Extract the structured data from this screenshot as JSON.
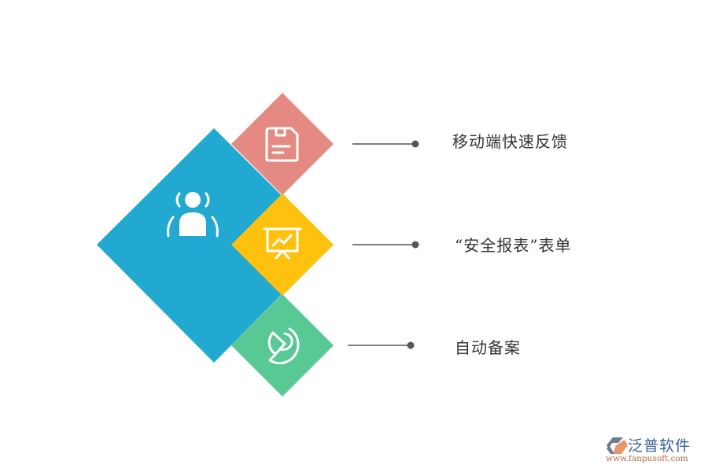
{
  "diagram": {
    "center_node": {
      "icon": "person-broadcast-icon",
      "color": "#21a9d2"
    },
    "items": [
      {
        "label": "移动端快速反馈",
        "icon": "floppy-disk-icon",
        "color": "#e48a82"
      },
      {
        "label": "“安全报表”表单",
        "icon": "presentation-chart-icon",
        "color": "#fdc10e"
      },
      {
        "label": "自动备案",
        "icon": "pie-chart-icon",
        "color": "#58c895"
      }
    ],
    "connector_color": "#555555"
  },
  "watermark": {
    "name": "泛普软件",
    "url": "www.fanpusoft.com"
  }
}
